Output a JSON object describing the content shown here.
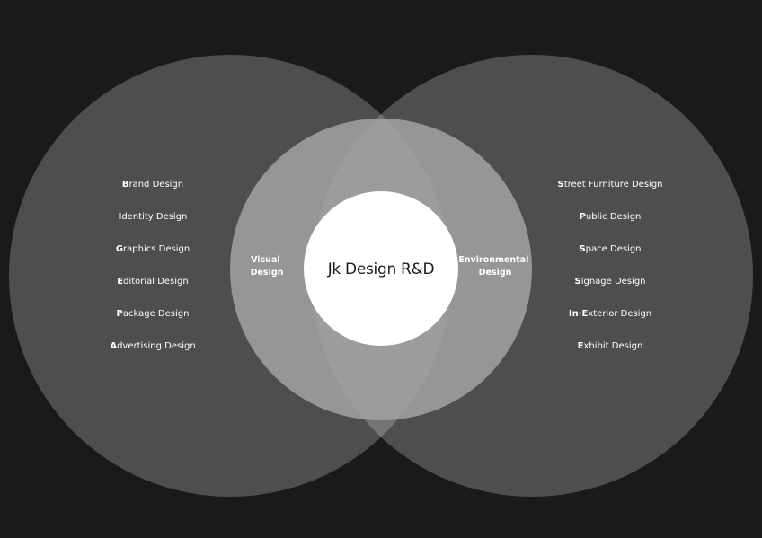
{
  "colors": {
    "background": "#1b1919",
    "outer_circle_fill": "#d9d9d9",
    "outer_circle_opacity": 0.28,
    "middle_circle_fill": "#a3a3a3",
    "middle_circle_opacity": 0.85,
    "center_circle_fill": "#ffffff",
    "text_light": "#ffffff",
    "text_dark": "#1b1919"
  },
  "center": {
    "title": "Jk Design R&D"
  },
  "left": {
    "label_lines": [
      "Visual",
      "Design"
    ],
    "items": [
      {
        "initial": "B",
        "rest": "rand Design"
      },
      {
        "initial": "I",
        "rest": "dentity Design"
      },
      {
        "initial": "G",
        "rest": "raphics Design"
      },
      {
        "initial": "E",
        "rest": "ditorial Design"
      },
      {
        "initial": "P",
        "rest": "ackage Design"
      },
      {
        "initial": "A",
        "rest": "dvertising Design"
      }
    ]
  },
  "right": {
    "label_lines": [
      "Environmental",
      "Design"
    ],
    "items": [
      {
        "initial": "S",
        "rest": "treet Furniture Design"
      },
      {
        "initial": "P",
        "rest": "ublic Design"
      },
      {
        "initial": "S",
        "rest": "pace Design"
      },
      {
        "initial": "S",
        "rest": "ignage Design"
      },
      {
        "initial": "In·E",
        "rest": "xterior Design"
      },
      {
        "initial": "E",
        "rest": "xhibit Design"
      }
    ]
  }
}
